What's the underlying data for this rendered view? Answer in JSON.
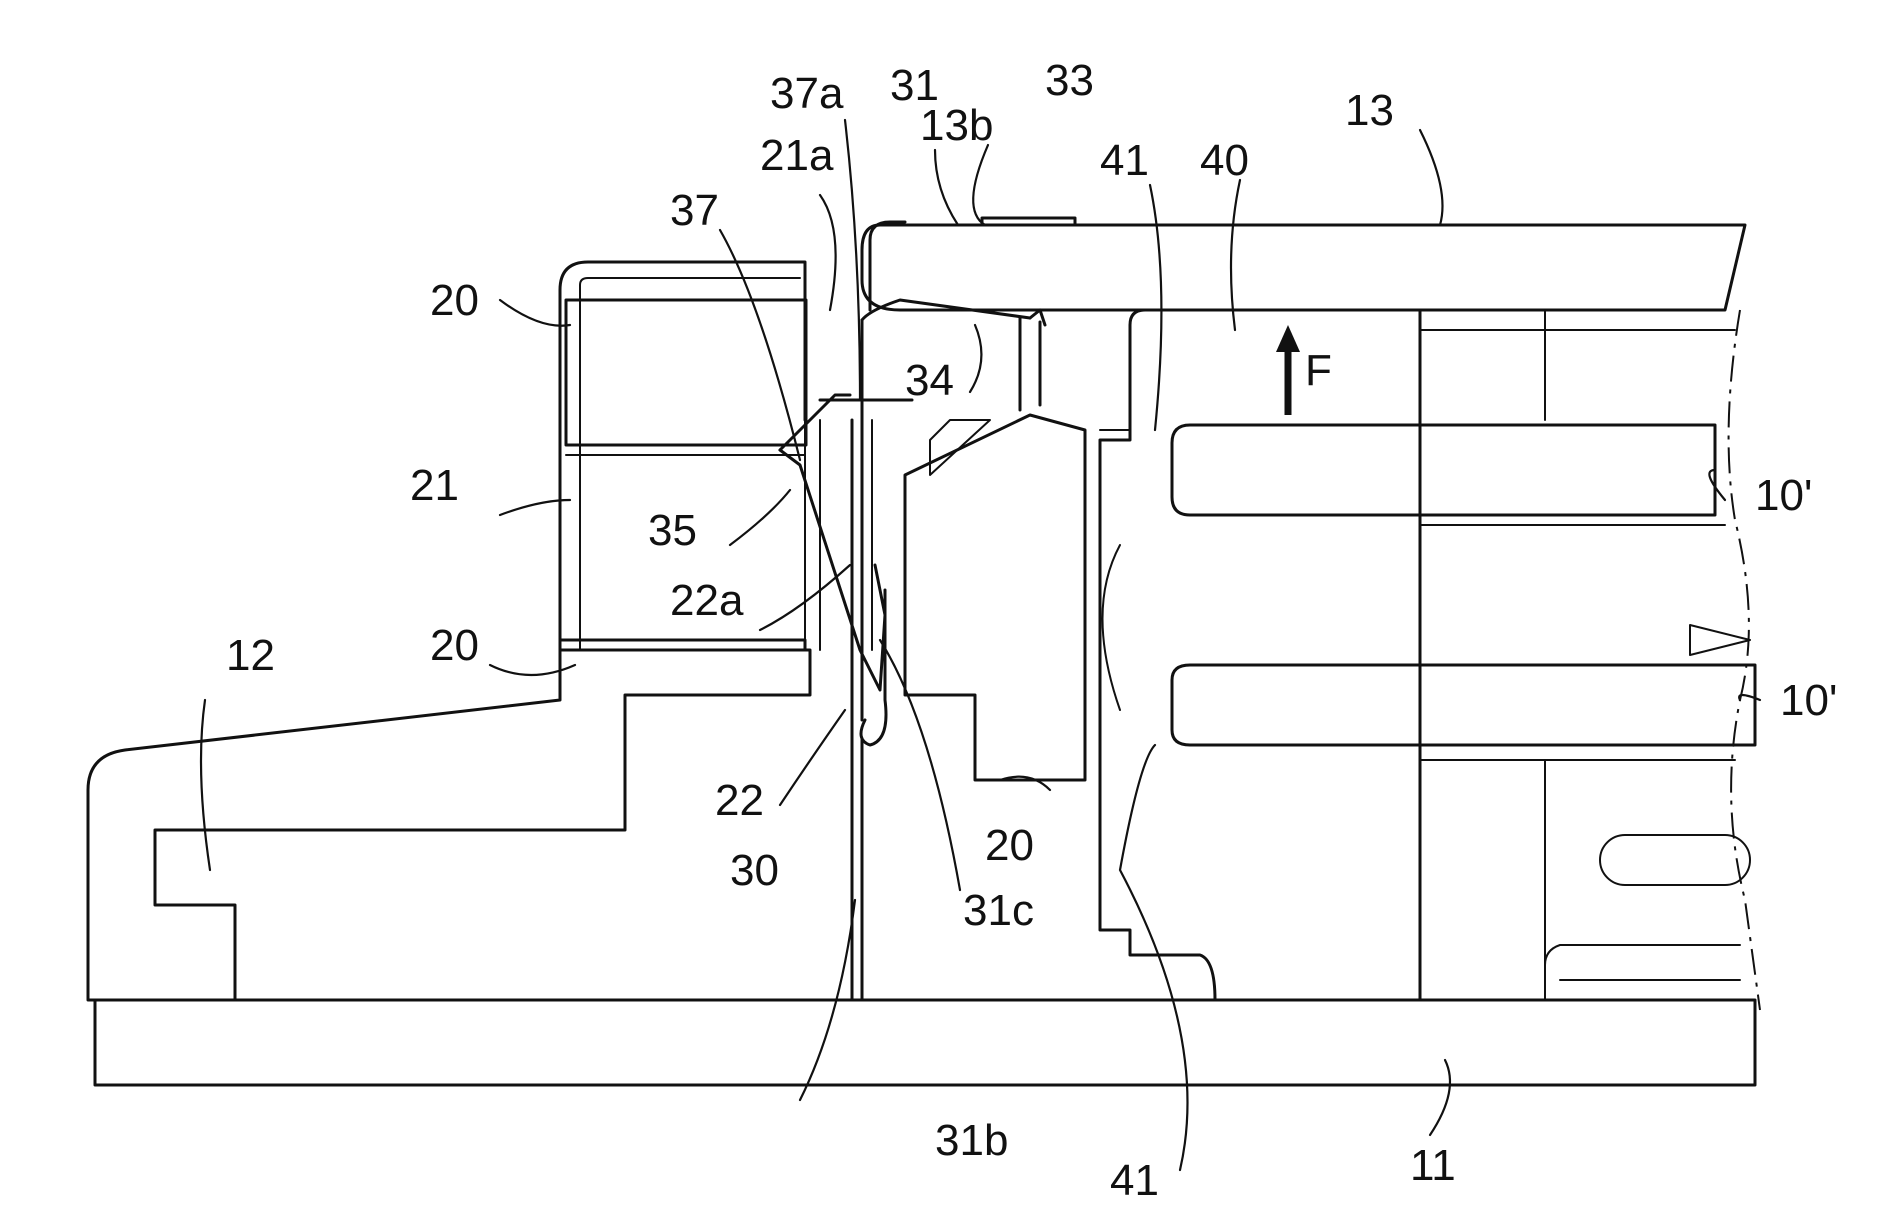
{
  "diagram": {
    "labels": {
      "l_12": "12",
      "l_20_top": "20",
      "l_20_mid": "20",
      "l_20_bottom": "20",
      "l_21": "21",
      "l_21a": "21a",
      "l_22": "22",
      "l_22a": "22a",
      "l_30": "30",
      "l_31": "31",
      "l_31b": "31b",
      "l_31c": "31c",
      "l_33": "33",
      "l_34": "34",
      "l_35": "35",
      "l_37": "37",
      "l_37a": "37a",
      "l_13": "13",
      "l_13b": "13b",
      "l_40": "40",
      "l_41_top": "41",
      "l_41_bottom": "41",
      "l_10p_top": "10'",
      "l_10p_bottom": "10'",
      "l_11": "11",
      "l_F": "F"
    }
  }
}
